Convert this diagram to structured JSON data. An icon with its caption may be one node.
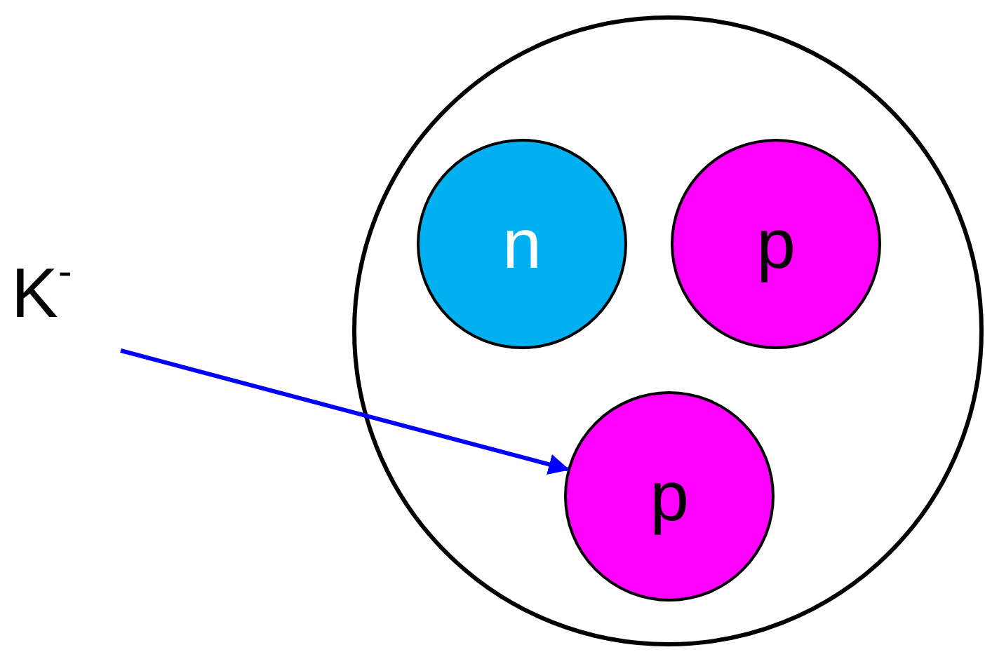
{
  "diagram": {
    "nodes": [
      {
        "text": [],
        "shape": "circle"
      },
      {
        "text": [
          "n"
        ],
        "in": 0
      },
      {
        "text": [
          "p"
        ],
        "in": 0
      },
      {
        "text": [
          "p"
        ],
        "in": 0
      },
      {
        "text": [
          "K$^{-}$"
        ]
      }
    ],
    "edges": [
      {
        "from": 4,
        "to": 3,
        "arrow": "to",
        "color": "#0000ff"
      }
    ]
  }
}
